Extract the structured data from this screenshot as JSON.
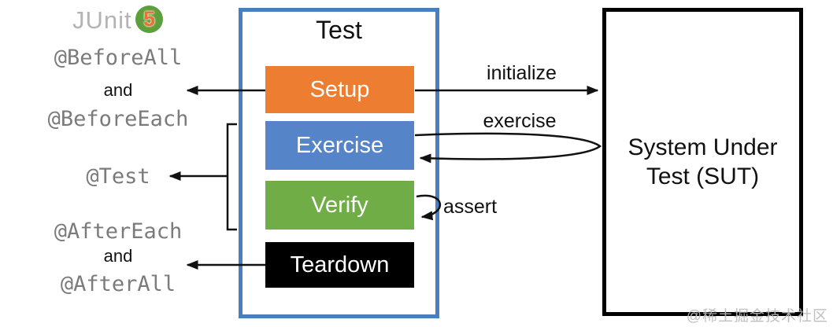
{
  "logo": {
    "brand": "JUnit",
    "badge": "5"
  },
  "annotations": {
    "before_all": "@BeforeAll",
    "and_top": "and",
    "before_each": "@BeforeEach",
    "test": "@Test",
    "after_each": "@AfterEach",
    "and_bottom": "and",
    "after_all": "@AfterAll"
  },
  "test_box": {
    "title": "Test",
    "border_color": "#4A7EBC",
    "phases": [
      {
        "label": "Setup",
        "color": "#ED7D31",
        "text_color": "#FFFFFF"
      },
      {
        "label": "Exercise",
        "color": "#5585C8",
        "text_color": "#FFFFFF"
      },
      {
        "label": "Verify",
        "color": "#70AD47",
        "text_color": "#FFFFFF"
      },
      {
        "label": "Teardown",
        "color": "#000000",
        "text_color": "#FFFFFF"
      }
    ]
  },
  "sut_box": {
    "line1": "System Under",
    "line2": "Test (SUT)",
    "border_color": "#000000"
  },
  "arrow_labels": {
    "initialize": "initialize",
    "exercise": "exercise",
    "assert": "assert"
  },
  "watermark": "@稀土掘金技术社区",
  "colors": {
    "annotation_text": "#7B7B7B",
    "logo_text": "#B4B4B4",
    "logo_circle_green": "#5F9E3C",
    "logo_badge_orange": "#E8732E",
    "arrow_black": "#111111"
  }
}
